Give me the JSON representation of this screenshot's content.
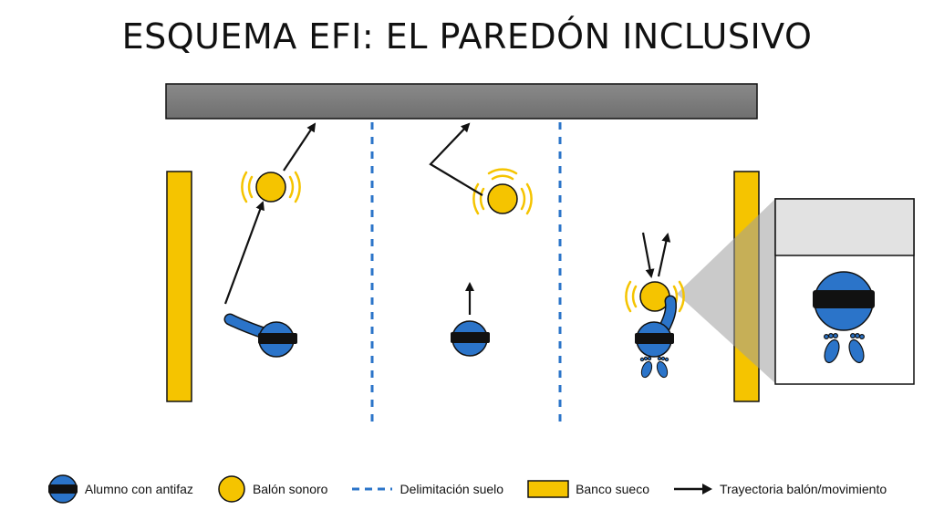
{
  "title": "ESQUEMA EFI: EL PAREDÓN INCLUSIVO",
  "colors": {
    "wall": "#7a7a7a",
    "bench": "#f5c400",
    "student": "#2b74c9",
    "blindfold": "#111111",
    "ball": "#f5c400",
    "sound_waves": "#f5c400",
    "floor_line": "#2b74c9",
    "arrow": "#111111",
    "zoom_cone": "#bdbdbd"
  },
  "icons": {
    "student": "blindfolded-student-icon",
    "ball": "sound-ball-icon",
    "floor_line": "dashed-line-icon",
    "bench": "bench-icon",
    "arrow": "arrow-icon"
  },
  "legend": [
    {
      "key": "student",
      "label": "Alumno con antifaz"
    },
    {
      "key": "ball",
      "label": "Balón sonoro"
    },
    {
      "key": "floor_line",
      "label": "Delimitación suelo"
    },
    {
      "key": "bench",
      "label": "Banco sueco"
    },
    {
      "key": "arrow",
      "label": "Trayectoria balón/movimiento"
    }
  ]
}
